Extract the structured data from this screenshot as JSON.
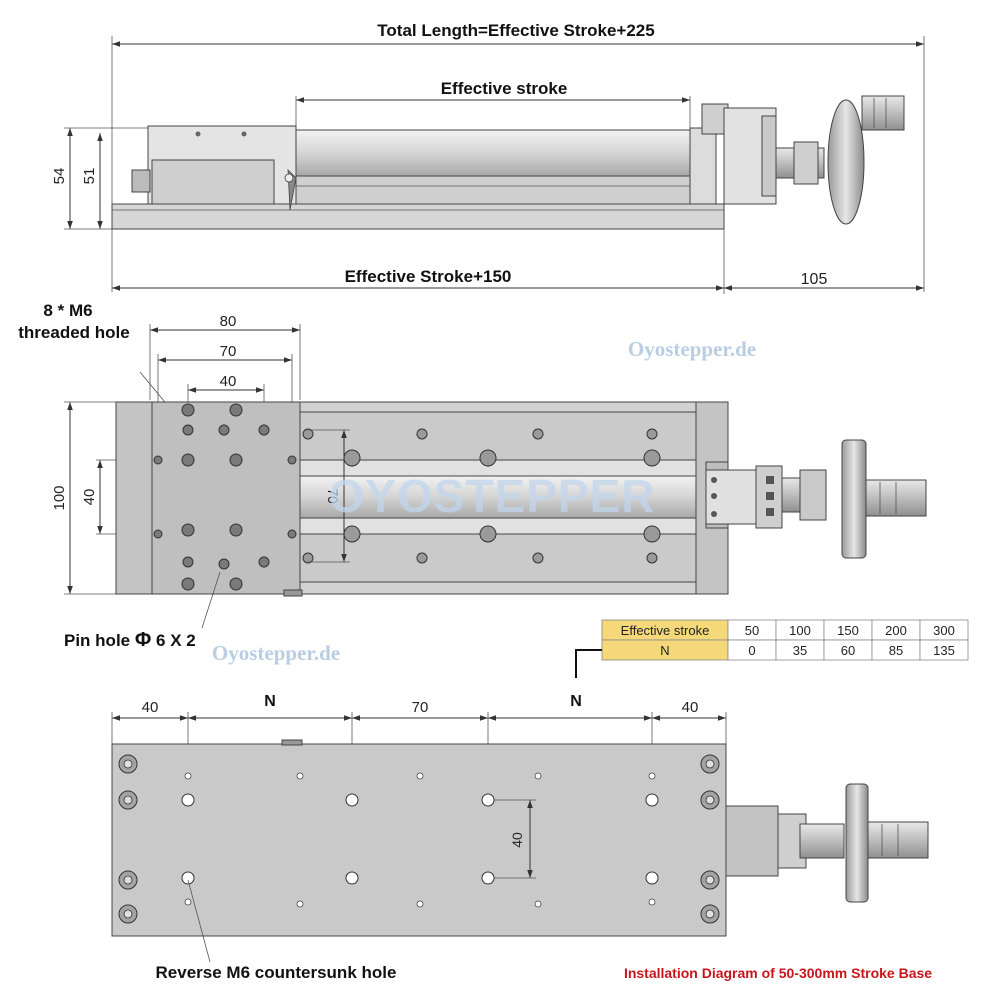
{
  "top_view": {
    "total_length": "Total Length=Effective Stroke+225",
    "effective_stroke": "Effective stroke",
    "base_length": "Effective Stroke+150",
    "dim_105": "105",
    "dim_54": "54",
    "dim_51": "51"
  },
  "plan_view": {
    "threaded_hole_line1": "8 * M6",
    "threaded_hole_line2": "threaded hole",
    "dim_80": "80",
    "dim_70": "70",
    "dim_40_top": "40",
    "dim_100": "100",
    "dim_40_left": "40",
    "dim_70_vertical": "70",
    "pin_hole_prefix": "Pin hole",
    "pin_hole_symbol": "Φ",
    "pin_hole_size": "6 X 2"
  },
  "watermarks": {
    "site_1": "Oyostepper.de",
    "site_2": "Oyostepper.de",
    "brand": "OYOSTEPPER"
  },
  "stroke_table": {
    "row1_header": "Effective stroke",
    "row1_values": [
      "50",
      "100",
      "150",
      "200",
      "300"
    ],
    "row2_header": "N",
    "row2_values": [
      "0",
      "35",
      "60",
      "85",
      "135"
    ]
  },
  "base_view": {
    "dim_40_left": "40",
    "dim_n_left": "N",
    "dim_70": "70",
    "dim_n_right": "N",
    "dim_40_right": "40",
    "dim_40_vertical": "40",
    "countersunk_label": "Reverse M6 countersunk hole"
  },
  "caption": "Installation Diagram of 50-300mm Stroke Base",
  "colors": {
    "caption": "#c8151b",
    "table_header": "#f4d87a",
    "watermark": "#b9cde3",
    "part_fill": "#c9c9c9"
  }
}
